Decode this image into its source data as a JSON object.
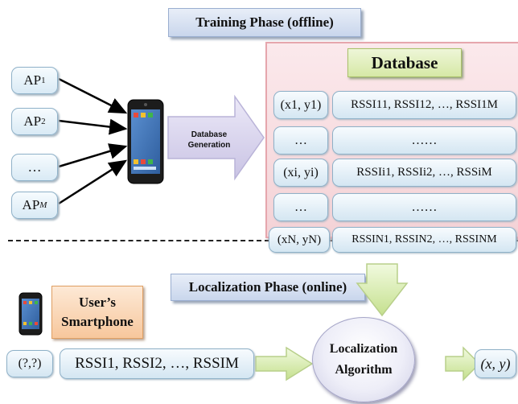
{
  "training_title": "Training Phase (offline)",
  "localization_title": "Localization Phase (online)",
  "access_points": [
    {
      "label": "AP",
      "sub": "1",
      "sub_italic": false
    },
    {
      "label": "AP",
      "sub": "2",
      "sub_italic": false
    },
    {
      "label": "…",
      "sub": "",
      "sub_italic": false
    },
    {
      "label": "AP",
      "sub": "M",
      "sub_italic": true
    }
  ],
  "db_generation_label": [
    "Database",
    "Generation"
  ],
  "database": {
    "title": "Database",
    "rows": [
      {
        "coord": "(x1, y1)",
        "rssi": "RSSI11, RSSI12, …, RSSI1M"
      },
      {
        "coord": "…",
        "rssi": "……"
      },
      {
        "coord": "(xi, yi)",
        "rssi": "RSSIi1, RSSIi2, …, RSSiM"
      },
      {
        "coord": "…",
        "rssi": "……"
      },
      {
        "coord": "(xN, yN)",
        "rssi": "RSSIN1, RSSIN2, …, RSSINM"
      }
    ]
  },
  "user_smartphone": [
    "User’s",
    "Smartphone"
  ],
  "unknown_position": "(?,?)",
  "measured_rssi": "RSSI1, RSSI2, …, RSSIM",
  "algorithm": [
    "Localization",
    "Algorithm"
  ],
  "result": "(x, y)",
  "colors": {
    "phase_title_bg": "#c9d6ec",
    "ap_box_bg": "#d9eaf5",
    "database_panel_bg": "#f4d2d6",
    "database_title_bg": "#d6e8a6",
    "arrow_green": "#d8efb0",
    "arrow_purple": "#d7d3ec",
    "user_box_bg": "#f7c79c"
  },
  "icons": [
    "smartphone-icon",
    "arrow-right",
    "arrow-down"
  ]
}
